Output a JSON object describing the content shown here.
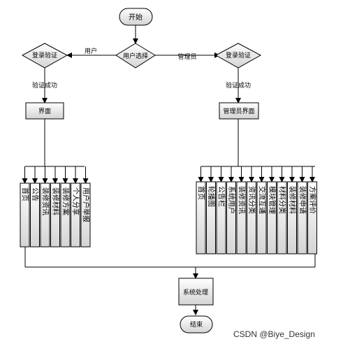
{
  "start": "开始",
  "decision_user_type": "用户选择",
  "edge_user": "用户",
  "edge_admin": "管理员",
  "login_user": "登录验证",
  "login_admin": "登录验证",
  "verify_ok_user": "验证成功",
  "verify_ok_admin": "验证成功",
  "user_interface": "界面",
  "admin_interface": "管理员界面",
  "user_modules": [
    "首页",
    "公告",
    "装修资讯",
    "装修材料",
    "装修方案",
    "个人分享",
    "用户户举报"
  ],
  "admin_modules": [
    "首页",
    "轮播图",
    "公告栏",
    "系统用户",
    "装修资讯",
    "资讯分类",
    "交流互通",
    "模块管理",
    "材料分类",
    "装修材料",
    "装修申请",
    "方案评价"
  ],
  "process": "系统处理",
  "end": "结束",
  "watermark": "CSDN @Biye_Design",
  "colors": {
    "node_fill_top": "#ffffff",
    "node_fill_bottom": "#d9d9d9",
    "stroke": "#000000"
  }
}
